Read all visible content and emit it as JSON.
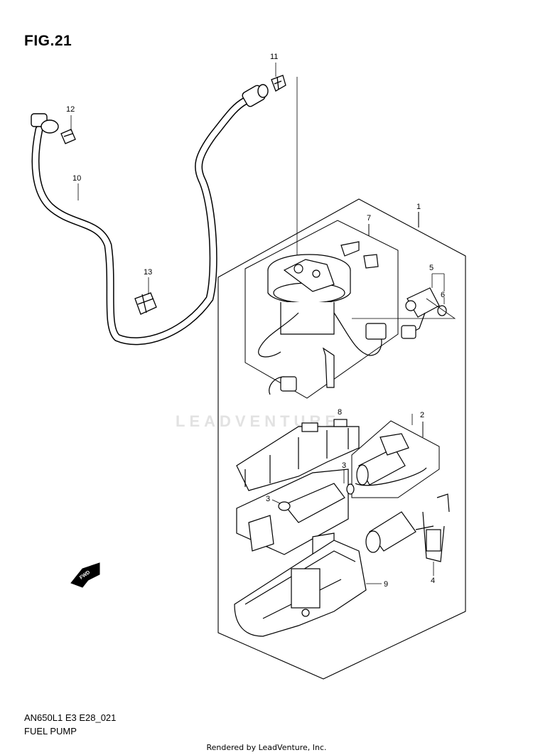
{
  "figure": {
    "title": "FIG.21",
    "code": "AN650L1 E3 E28_021",
    "name": "FUEL PUMP",
    "watermark": "LEADVENTURE",
    "direction_label": "FWD",
    "footer": "Rendered by LeadVenture, Inc."
  },
  "callouts": [
    "11",
    "12",
    "10",
    "13",
    "1",
    "7",
    "5",
    "6",
    "8",
    "2",
    "3",
    "3",
    "4",
    "9"
  ]
}
